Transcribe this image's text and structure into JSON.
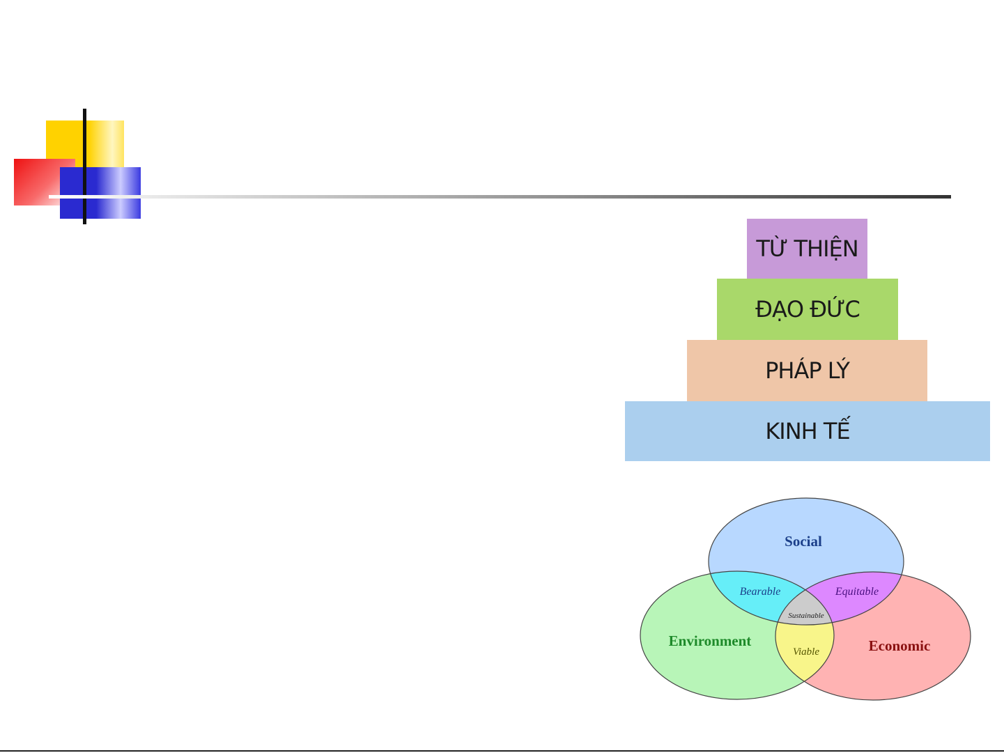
{
  "pyramid": {
    "tiers": [
      {
        "label": "TỪ THIỆN",
        "color": "#c79ad8"
      },
      {
        "label": "ĐẠO ĐỨC",
        "color": "#a9d86a"
      },
      {
        "label": "PHÁP LÝ",
        "color": "#efc6a8"
      },
      {
        "label": "KINH TẾ",
        "color": "#abcfee"
      }
    ]
  },
  "venn": {
    "circles": [
      {
        "label": "Social",
        "fill": "#b8d8ff",
        "text_color": "#1b3f8a"
      },
      {
        "label": "Environment",
        "fill": "#b8f5b8",
        "text_color": "#1e8a2a"
      },
      {
        "label": "Economic",
        "fill": "#ffb3b3",
        "text_color": "#8a1010"
      }
    ],
    "overlaps": {
      "social_environment": {
        "label": "Bearable",
        "fill": "#66eef8"
      },
      "social_economic": {
        "label": "Equitable",
        "fill": "#dd88ff"
      },
      "environment_economic": {
        "label": "Viable",
        "fill": "#f8f58a"
      },
      "center": {
        "label": "Sustainable",
        "fill": "#cccccc"
      }
    }
  }
}
